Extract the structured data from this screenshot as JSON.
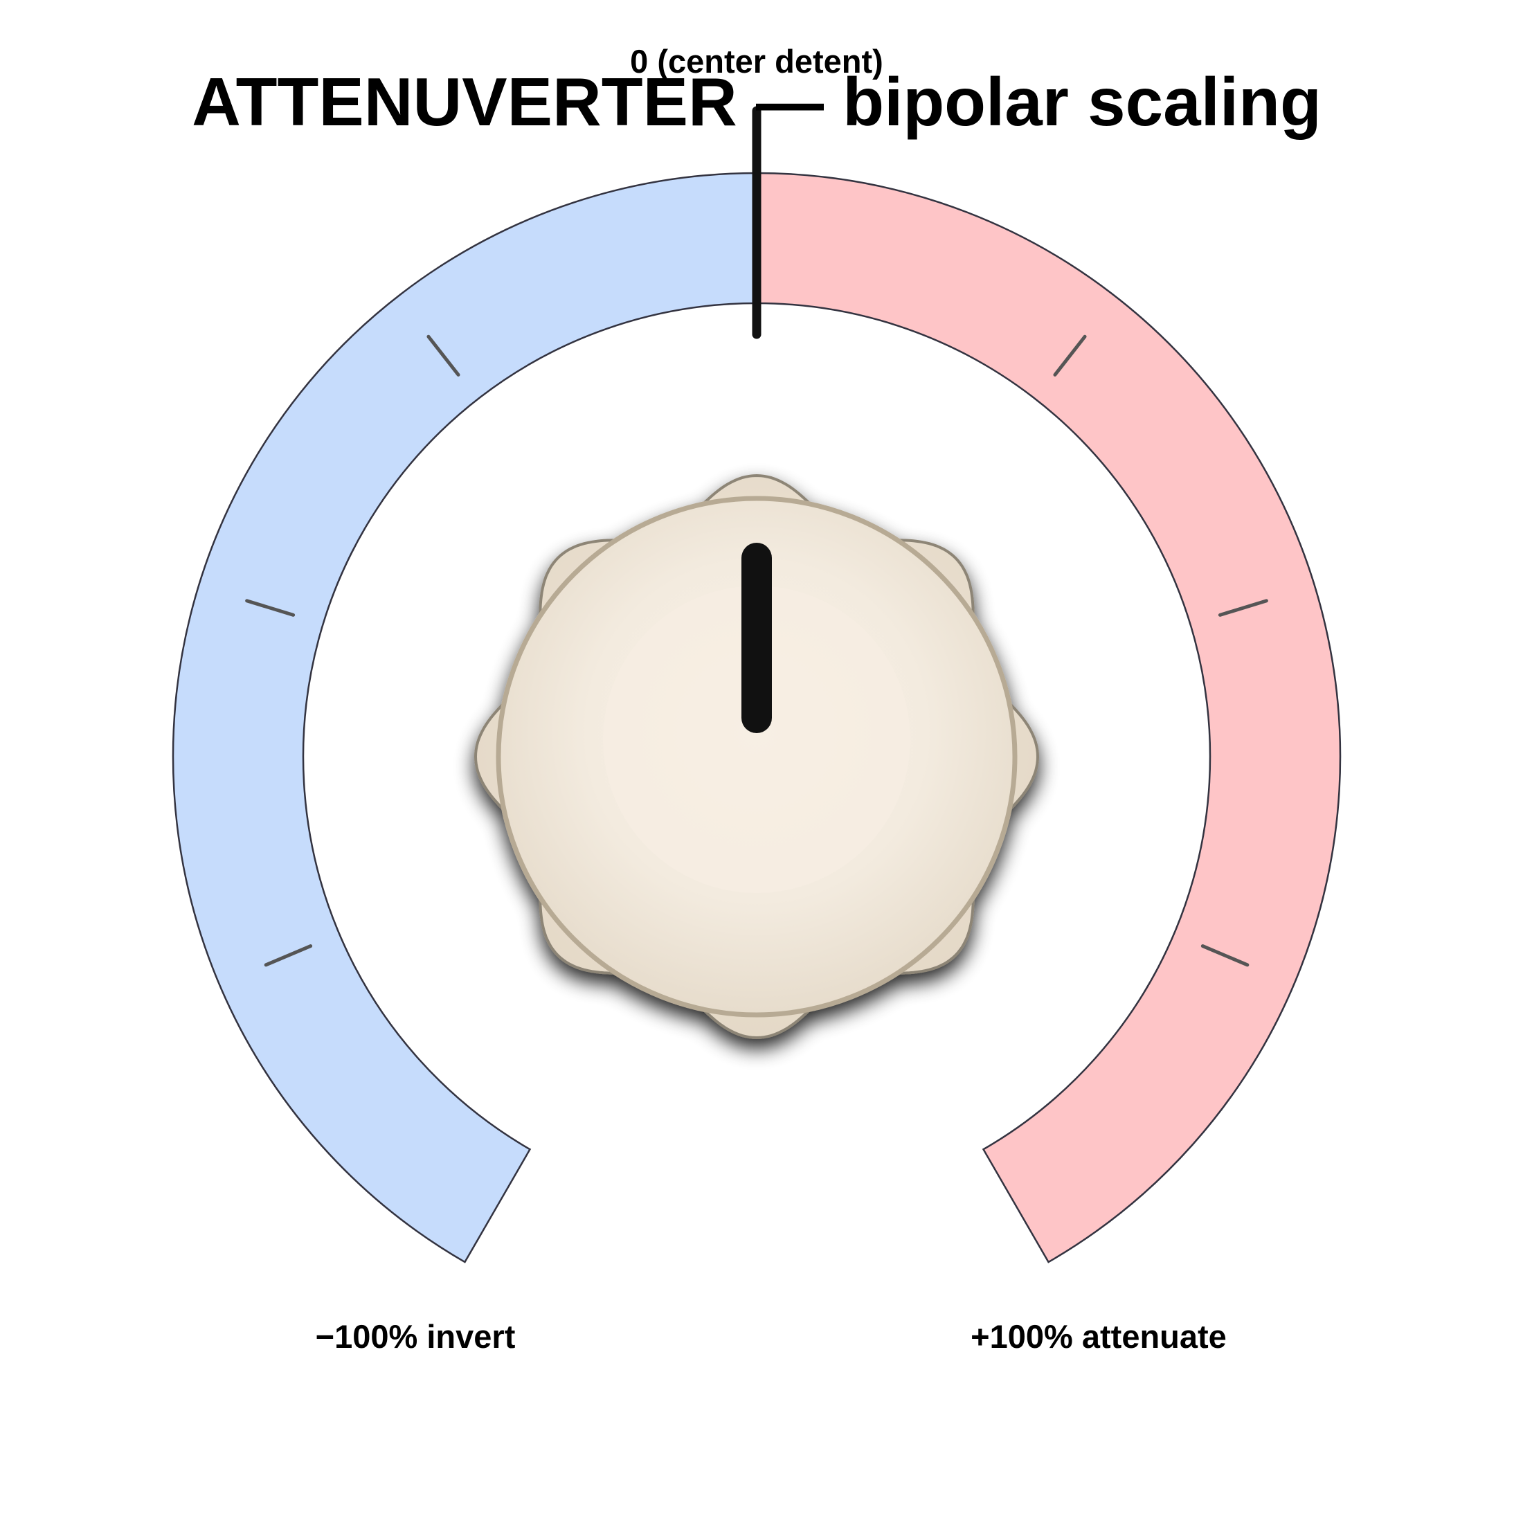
{
  "title": "ATTENUVERTER — bipolar scaling",
  "labels": {
    "center": "0 (center detent)",
    "left_end": "−100% invert",
    "right_end": "+100% attenuate"
  },
  "dial": {
    "min_percent": -100,
    "max_percent": 100,
    "current_percent": 0,
    "negative_side": "invert",
    "positive_side": "attenuate"
  },
  "colors": {
    "negative_arc": "#c6dcfc",
    "positive_arc": "#fec5c7",
    "arc_outline": "#333340",
    "tick": "#555555",
    "pointer": "#111111",
    "knob_cap": "#efe6d8",
    "knob_skirt": "#e9dfd0",
    "knob_edge": "#b7aa94"
  },
  "icons": {
    "knob": "knob-icon",
    "pointer": "pointer-line-icon"
  }
}
